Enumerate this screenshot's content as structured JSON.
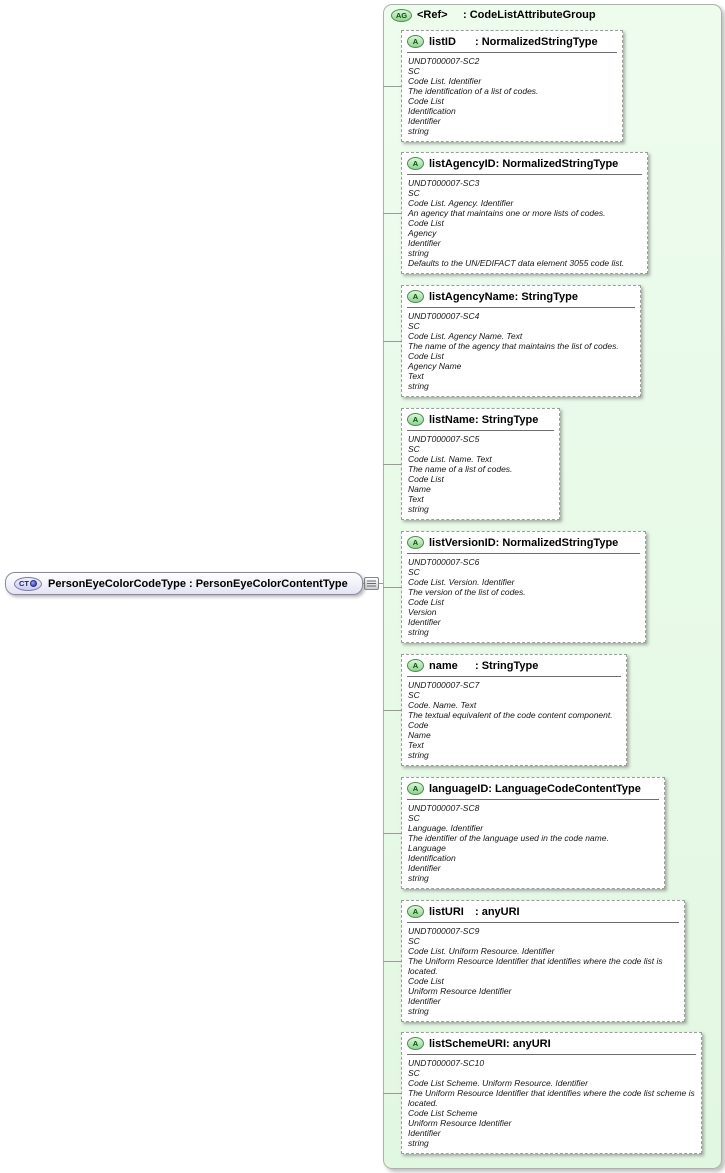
{
  "badges": {
    "complex_type": "CT",
    "attribute_group": "AG",
    "attribute": "A"
  },
  "root": {
    "label": "PersonEyeColorCodeType : PersonEyeColorContentType"
  },
  "group": {
    "name": "<Ref>",
    "type": ": CodeListAttributeGroup"
  },
  "colors": {
    "group_fill": "#e8fbe8",
    "badge_green": "#8fd48f",
    "node_fill": "#e4e4f4"
  },
  "attributes": [
    {
      "name": "listID",
      "type": ": NormalizedStringType",
      "lines": [
        "UNDT000007-SC2",
        "SC",
        "Code List. Identifier",
        "The identification of a list of codes.",
        "Code List",
        "Identification",
        "Identifier",
        "string"
      ]
    },
    {
      "name": "listAgencyID",
      "type": ": NormalizedStringType",
      "lines": [
        "UNDT000007-SC3",
        "SC",
        "Code List. Agency. Identifier",
        "An agency that maintains one or more lists of codes.",
        "Code List",
        "Agency",
        "Identifier",
        "string",
        "Defaults to the UN/EDIFACT data element 3055 code list."
      ]
    },
    {
      "name": "listAgencyName",
      "type": ": StringType",
      "lines": [
        "UNDT000007-SC4",
        "SC",
        "Code List. Agency Name. Text",
        "The name of the agency that maintains the list of codes.",
        "Code List",
        "Agency Name",
        "Text",
        "string"
      ]
    },
    {
      "name": "listName",
      "type": ": StringType",
      "lines": [
        "UNDT000007-SC5",
        "SC",
        "Code List. Name. Text",
        "The name of a list of codes.",
        "Code List",
        "Name",
        "Text",
        "string"
      ]
    },
    {
      "name": "listVersionID",
      "type": ": NormalizedStringType",
      "lines": [
        "UNDT000007-SC6",
        "SC",
        "Code List. Version. Identifier",
        "The version of the list of codes.",
        "Code List",
        "Version",
        "Identifier",
        "string"
      ]
    },
    {
      "name": "name",
      "type": ": StringType",
      "lines": [
        "UNDT000007-SC7",
        "SC",
        "Code. Name. Text",
        "The textual equivalent of the code content component.",
        "Code",
        "Name",
        "Text",
        "string"
      ]
    },
    {
      "name": "languageID",
      "type": ": LanguageCodeContentType",
      "lines": [
        "UNDT000007-SC8",
        "SC",
        "Language. Identifier",
        "The identifier of the language used in the code name.",
        "Language",
        "Identification",
        "Identifier",
        "string"
      ]
    },
    {
      "name": "listURI",
      "type": ": anyURI",
      "lines": [
        "UNDT000007-SC9",
        "SC",
        "Code List. Uniform Resource. Identifier",
        "The Uniform Resource Identifier that identifies where the code list is located.",
        "Code List",
        "Uniform Resource Identifier",
        "Identifier",
        "string"
      ]
    },
    {
      "name": "listSchemeURI",
      "type": ": anyURI",
      "lines": [
        "UNDT000007-SC10",
        "SC",
        "Code List Scheme. Uniform Resource. Identifier",
        "The Uniform Resource Identifier that identifies where the code list scheme is located.",
        "Code List Scheme",
        "Uniform Resource Identifier",
        "Identifier",
        "string"
      ]
    }
  ]
}
